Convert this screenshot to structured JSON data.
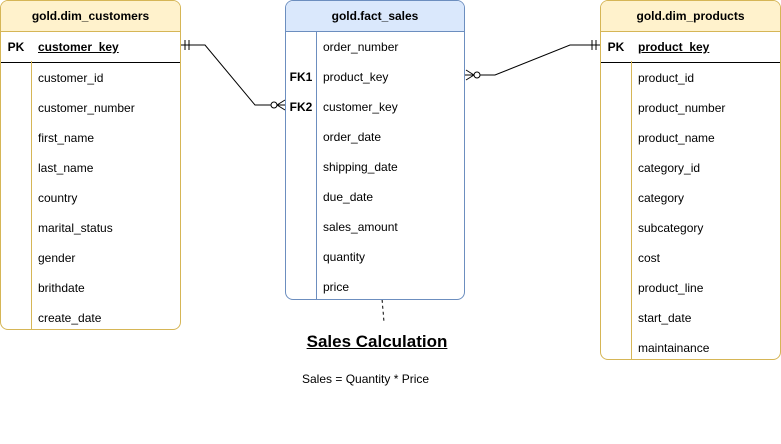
{
  "customers": {
    "title": "gold.dim_customers",
    "pk": {
      "key": "PK",
      "name": "customer_key"
    },
    "fields": [
      "customer_id",
      "customer_number",
      "first_name",
      "last_name",
      "country",
      "marital_status",
      "gender",
      "brithdate",
      "create_date"
    ]
  },
  "fact": {
    "title": "gold.fact_sales",
    "rows": [
      {
        "key": "",
        "name": "order_number"
      },
      {
        "key": "FK1",
        "name": "product_key"
      },
      {
        "key": "FK2",
        "name": "customer_key"
      },
      {
        "key": "",
        "name": "order_date"
      },
      {
        "key": "",
        "name": "shipping_date"
      },
      {
        "key": "",
        "name": "due_date"
      },
      {
        "key": "",
        "name": "sales_amount"
      },
      {
        "key": "",
        "name": "quantity"
      },
      {
        "key": "",
        "name": "price"
      }
    ]
  },
  "products": {
    "title": "gold.dim_products",
    "pk": {
      "key": "PK",
      "name": "product_key"
    },
    "fields": [
      "product_id",
      "product_number",
      "product_name",
      "category_id",
      "category",
      "subcategory",
      "cost",
      "product_line",
      "start_date",
      "maintainance"
    ]
  },
  "relationships": [
    {
      "from": "gold.dim_customers.customer_key",
      "to": "gold.fact_sales.customer_key",
      "from_end": "one-mandatory",
      "to_end": "zero-or-many"
    },
    {
      "from": "gold.dim_products.product_key",
      "to": "gold.fact_sales.product_key",
      "from_end": "one-mandatory",
      "to_end": "zero-or-many"
    }
  ],
  "note": {
    "title": "Sales Calculation",
    "formula": "Sales = Quantity * Price"
  }
}
